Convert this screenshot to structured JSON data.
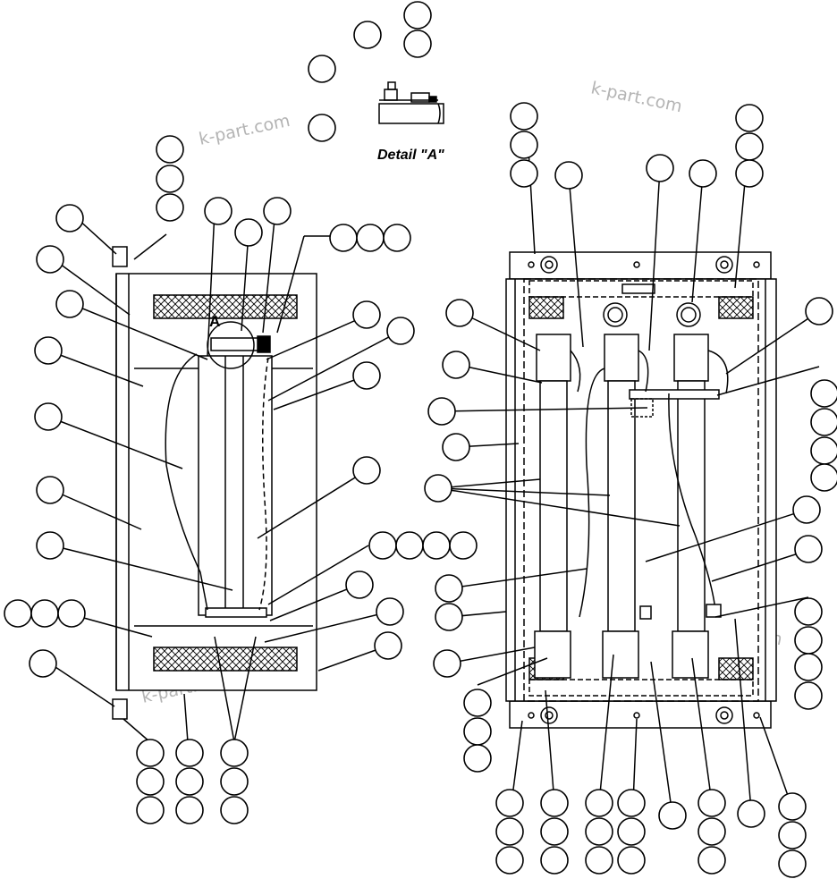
{
  "watermark": "k-part.com",
  "detail_label": "Detail \"A\"",
  "detail_marker": "A",
  "colors": {
    "line": "#000000",
    "watermark": "#b4b4b4",
    "background": "#ffffff"
  },
  "callout_balloons": "empty circles, no printed reference numbers"
}
